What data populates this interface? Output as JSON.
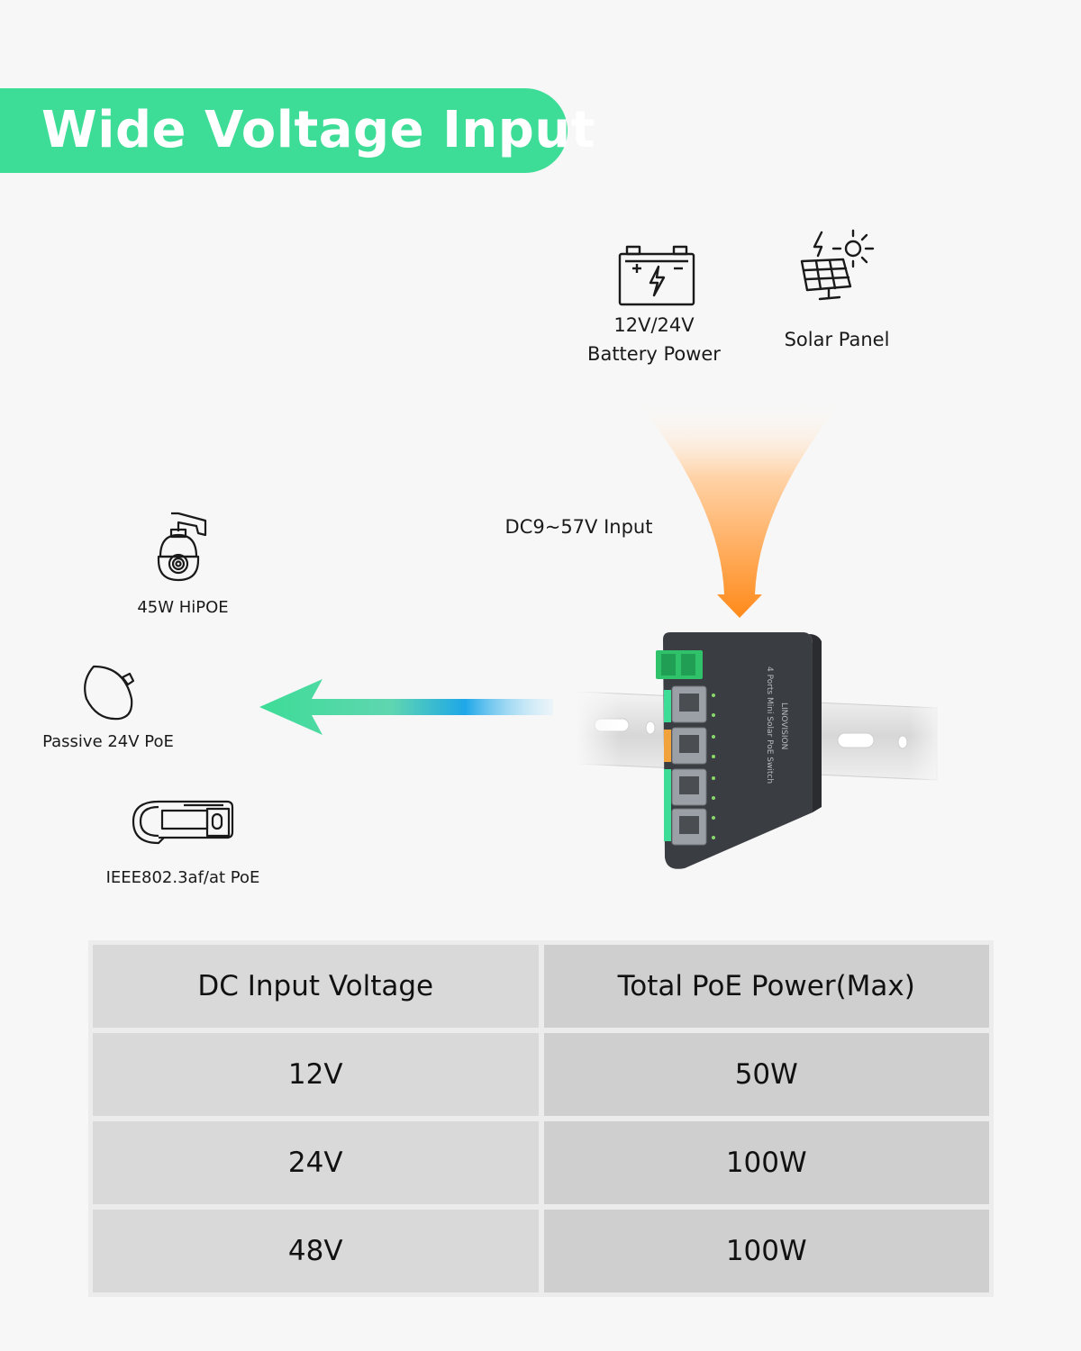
{
  "banner": {
    "title": "Wide Voltage Input"
  },
  "sources": {
    "battery": {
      "line1": "12V/24V",
      "line2": "Battery Power",
      "icon": "battery-icon"
    },
    "solar": {
      "label": "Solar Panel",
      "icon": "solar-panel-icon"
    },
    "input_label": "DC9~57V Input"
  },
  "devices": [
    {
      "label": "45W HiPOE",
      "icon": "ptz-camera-icon"
    },
    {
      "label": "Passive 24V PoE",
      "icon": "wireless-antenna-icon"
    },
    {
      "label": "IEEE802.3af/at PoE",
      "icon": "bullet-camera-icon"
    }
  ],
  "switch_device": {
    "brand": "LINOVISION",
    "model_text": "4 Ports Mini Solar PoE Switch"
  },
  "table": {
    "headers": [
      "DC Input Voltage",
      "Total PoE Power(Max)"
    ],
    "rows": [
      [
        "12V",
        "50W"
      ],
      [
        "24V",
        "100W"
      ],
      [
        "48V",
        "100W"
      ]
    ]
  },
  "colors": {
    "accent_green": "#3ddc97",
    "arrow_orange": "#ff8a1a",
    "arrow_blue": "#1ea7e8"
  }
}
